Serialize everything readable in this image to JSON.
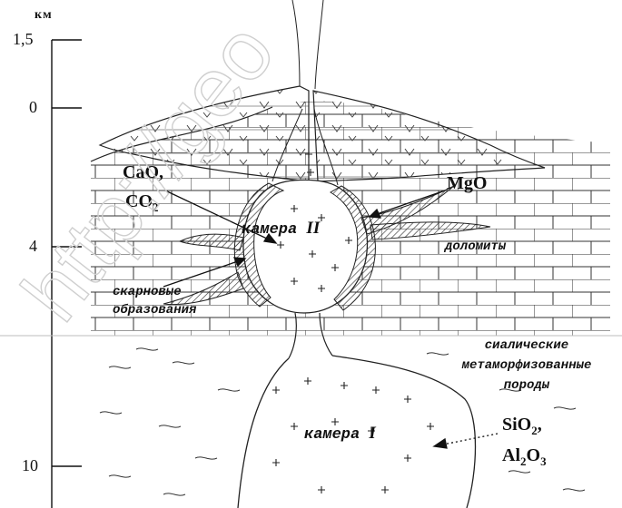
{
  "axis": {
    "unit": "км",
    "ticks": [
      "1,5",
      "0",
      "4",
      "10"
    ]
  },
  "labels": {
    "chamber_2_word": "камера",
    "chamber_2_num": "II",
    "chamber_1_word": "камера",
    "chamber_1_num": "I",
    "dolomites": "доломиты",
    "skarn_line1": "скарновые",
    "skarn_line2": "образования",
    "sialic_line1": "сиалические",
    "sialic_line2": "метаморфизованные",
    "sialic_line3": "породы"
  },
  "chemistry": {
    "cao": "CaO,",
    "co2_base": "CO",
    "co2_sub": "2",
    "mgo": "MgO",
    "sio2_base": "SiO",
    "sio2_sub": "2",
    "sio2_comma": ",",
    "al_base": "Al",
    "al_sub": "2",
    "o_base": "O",
    "o_sub": "3"
  },
  "watermark": "http://geo",
  "colors": {
    "ink": "#111111",
    "watermark": "#cfcfcf",
    "divider": "#bdbdbd"
  }
}
